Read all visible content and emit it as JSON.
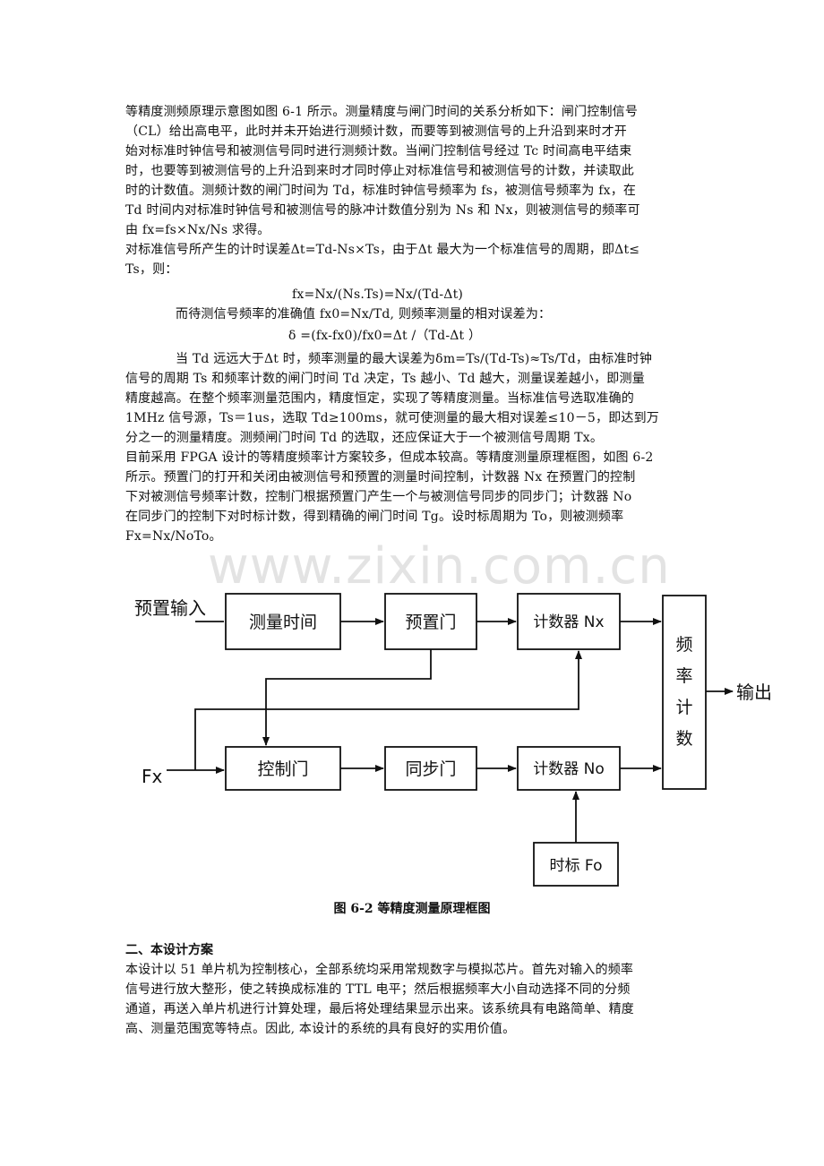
{
  "paragraph_1": [
    "等精度测频原理示意图如图 6-1 所示。测量精度与闸门时间的关系分析如下：闸门控制信号",
    "（CL）给出高电平，此时并未开始进行测频计数，而要等到被测信号的上升沿到来时才开",
    "始对标准时钟信号和被测信号同时进行测频计数。当闸门控制信号经过 Tc 时间高电平结束",
    "时，也要等到被测信号的上升沿到来时才同时停止对标准信号和被测信号的计数，并读取此",
    "时的计数值。测频计数的闸门时间为 Td，标准时钟信号频率为 fs，被测信号频率为 fx，在",
    "Td 时间内对标准时钟信号和被测信号的脉冲计数值分别为 Ns 和 Nx，则被测信号的频率可",
    "由 fx=fs×Nx/Ns 求得。"
  ],
  "paragraph_2": [
    "对标准信号所产生的计时误差Δt=Td-Ns×Ts，由于Δt 最大为一个标准信号的周期，即Δt≤",
    "Ts，则："
  ],
  "formula_1": "fx=Nx/(Ns.Ts)=Nx/(Td-Δt)",
  "paragraph_3": "而待测信号频率的准确值 fx0=Nx/Td, 则频率测量的相对误差为：",
  "formula_2": "δ =(fx-fx0)/fx0=Δt /（Td-Δt  ）",
  "paragraph_4": [
    "当 Td 远远大于Δt 时，频率测量的最大误差为δm=Ts/(Td-Ts)≈Ts/Td，由标准时钟",
    "信号的周期 Ts 和频率计数的闸门时间 Td 决定，Ts 越小、Td 越大，测量误差越小，即测量",
    "精度越高。在整个频率测量范围内，精度恒定，实现了等精度测量。当标准信号选取准确的",
    "1MHz 信号源，Ts＝1us，选取 Td≥100ms，就可使测量的最大相对误差≤10－5，即达到万",
    "分之一的测量精度。测频闸门时间 Td 的选取，还应保证大于一个被测信号周期 Tx。"
  ],
  "paragraph_5": [
    "目前采用 FPGA 设计的等精度频率计方案较多，但成本较高。等精度测量原理框图，如图 6-2",
    "所示。预置门的打开和关闭由被测信号和预置的测量时间控制，计数器 Nx 在预置门的控制",
    "下对被测信号频率计数，控制门根据预置门产生一个与被测信号同步的同步门；计数器 No",
    "在同步门的控制下对时标计数，得到精确的闸门时间 Tg。设时标周期为 To，则被测频率",
    "Fx=Nx/NoTo。"
  ],
  "watermark": "www.zixin.com.cn",
  "diagram": {
    "input_preset": "预置输入",
    "input_fx": "Fx",
    "output": "输出",
    "block_measure_time": "测量时间",
    "block_preset_gate": "预置门",
    "block_counter_nx": "计数器 Nx",
    "block_control_gate": "控制门",
    "block_sync_gate": "同步门",
    "block_counter_no": "计数器 No",
    "block_clock_fo": "时标 Fo",
    "block_freq_calc": [
      "频",
      "率",
      "计",
      "数"
    ]
  },
  "figure_caption": "图 6-2    等精度测量原理框图",
  "section_heading": "二、本设计方案",
  "paragraph_6": [
    "本设计以 51 单片机为控制核心，全部系统均采用常规数字与模拟芯片。首先对输入的频率",
    "信号进行放大整形，使之转换成标准的 TTL 电平；然后根据频率大小自动选择不同的分频",
    "通道，再送入单片机进行计算处理，最后将处理结果显示出来。该系统具有电路简单、精度",
    "高、测量范围宽等特点。因此, 本设计的系统的具有良好的实用价值。"
  ]
}
